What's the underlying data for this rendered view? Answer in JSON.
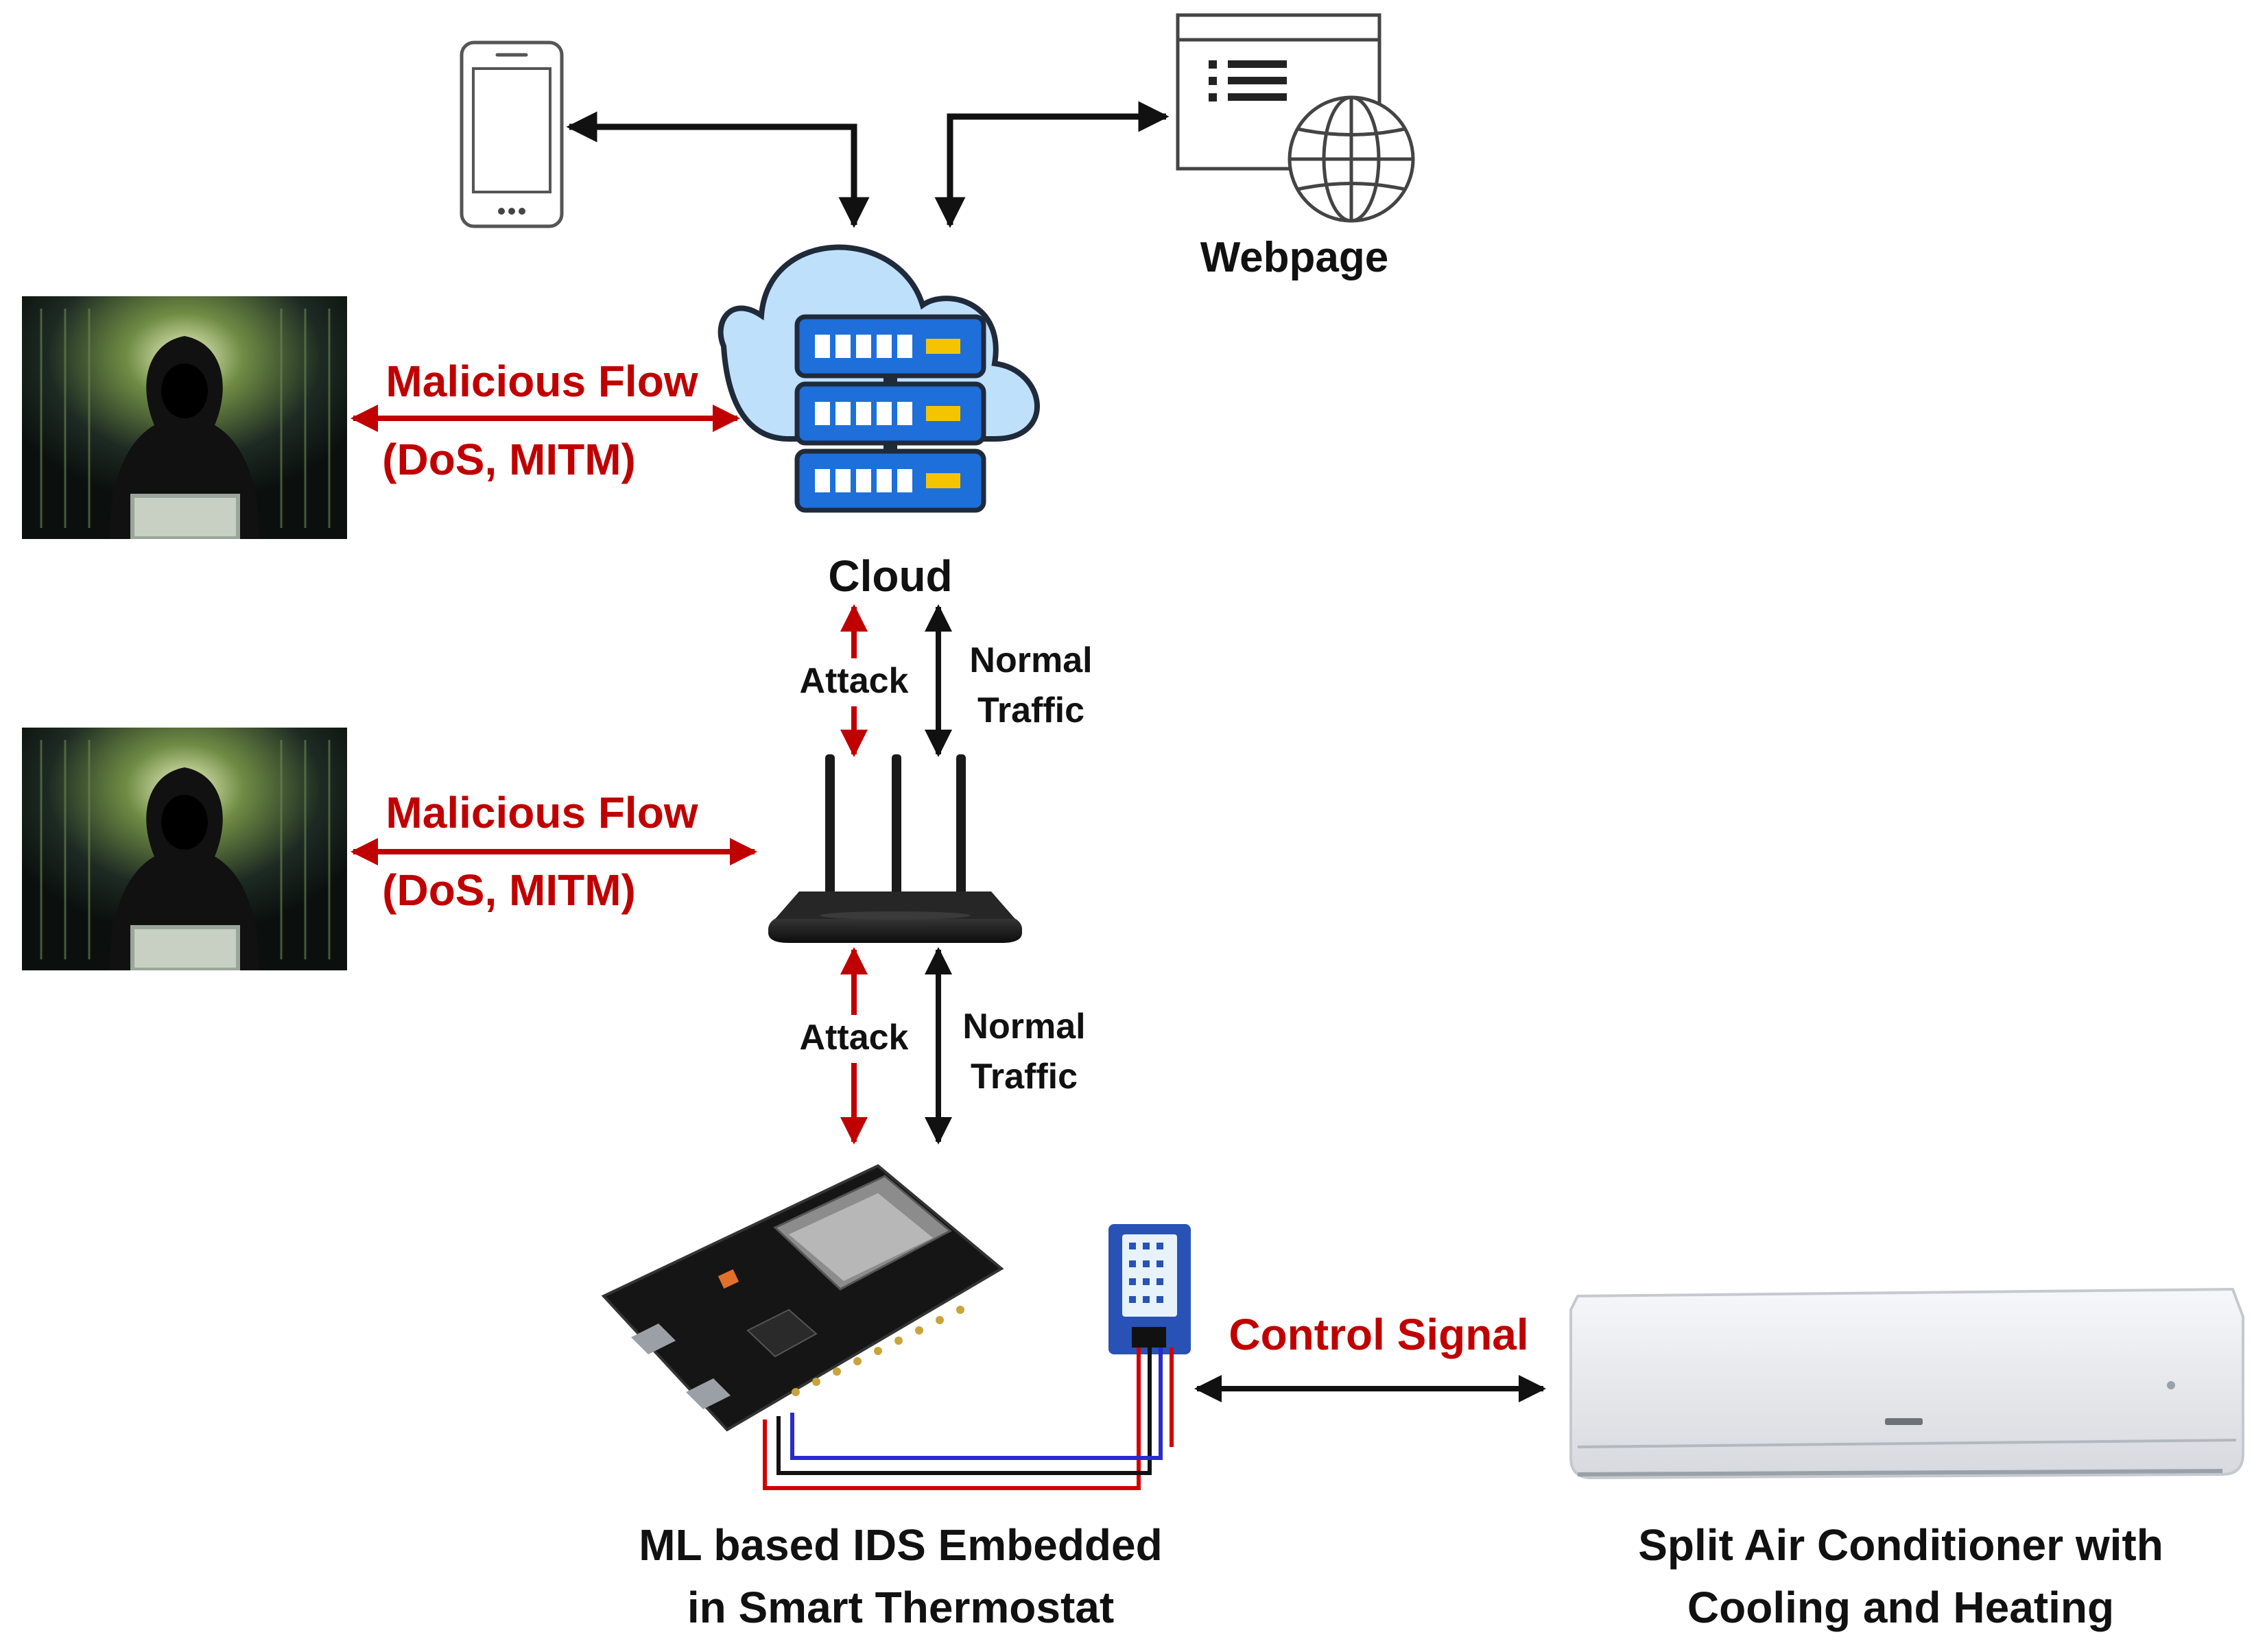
{
  "nodes": {
    "webpage_label": "Webpage",
    "cloud_label": "Cloud",
    "thermostat_label_line1": "ML based IDS Embedded",
    "thermostat_label_line2": "in Smart Thermostat",
    "ac_label_line1": "Split Air Conditioner with",
    "ac_label_line2": "Cooling and Heating"
  },
  "flows": {
    "malicious_1_line1": "Malicious Flow",
    "malicious_1_line2": "(DoS, MITM)",
    "malicious_2_line1": "Malicious Flow",
    "malicious_2_line2": "(DoS, MITM)",
    "attack_upper": "Attack",
    "attack_lower": "Attack",
    "normal_upper_line1": "Normal",
    "normal_upper_line2": "Traffic",
    "normal_lower_line1": "Normal",
    "normal_lower_line2": "Traffic",
    "control_signal": "Control Signal"
  },
  "colors": {
    "attack": "#c00000",
    "normal": "#111111",
    "server_blue": "#1e6fd9",
    "cloud_fill": "#bfe0fb",
    "led_yellow": "#f5c400"
  },
  "icons": [
    "smartphone-icon",
    "webpage-icon",
    "globe-icon",
    "cloud-server-icon",
    "hacker-image",
    "router-icon",
    "esp32-board-image",
    "dht-sensor-image",
    "air-conditioner-image"
  ]
}
